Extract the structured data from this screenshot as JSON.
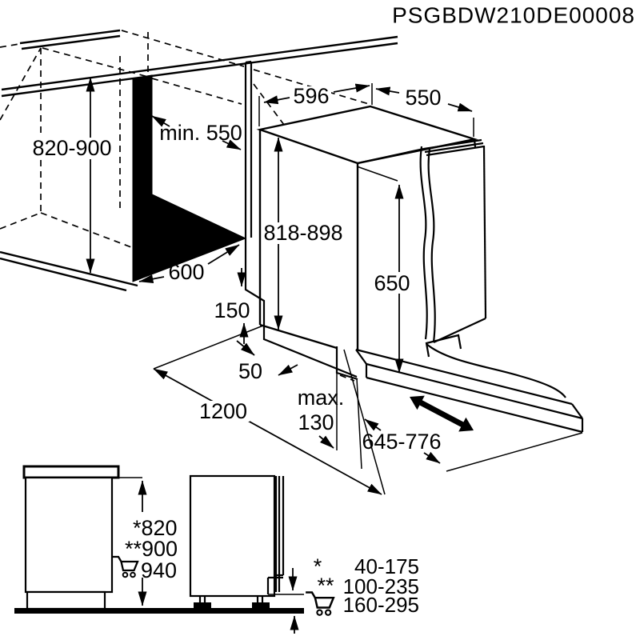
{
  "title": "PSGBDW210DE00008",
  "main_view": {
    "niche_height": "820-900",
    "niche_depth_min": "min. 550",
    "niche_width": "600",
    "appliance_width": "596",
    "appliance_depth": "550",
    "appliance_height": "818-898",
    "door_height": "650",
    "plinth_height": "150",
    "side_clearance": "50",
    "front_clearance": "1200",
    "plinth_depth_max_word": "max.",
    "plinth_depth_max_value": "130",
    "furniture_panel_range": "645-776",
    "slide_direction_icon": "double-arrow-icon"
  },
  "side_views": {
    "height_option_star": "*820",
    "height_option_double_star": "**900",
    "height_option_cart": "940",
    "cart_icon": "cart-icon"
  },
  "legend": {
    "rows": [
      {
        "marker": "*",
        "value": "40-175"
      },
      {
        "marker": "**",
        "value": "100-235"
      },
      {
        "marker": "cart-icon",
        "value": "160-295"
      }
    ]
  },
  "colors": {
    "line": "#000000",
    "background": "#ffffff"
  }
}
